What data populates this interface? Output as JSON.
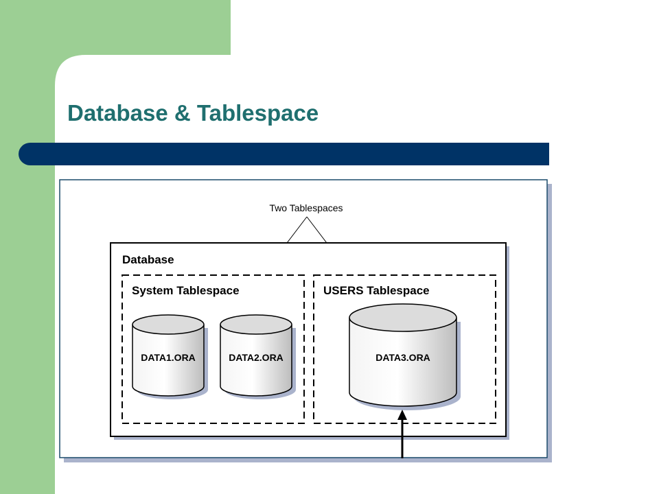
{
  "slide": {
    "title": "Database & Tablespace",
    "colors": {
      "side_bar": "#9ccf94",
      "title_bar": "#003366",
      "title_text": "#1f6f6f",
      "frame_border": "#1a4a6a",
      "frame_shadow": "#aab3cc",
      "cylinder_fill": "#dcdcdc"
    }
  },
  "diagram": {
    "callout_label": "Two Tablespaces",
    "database_label": "Database",
    "system_tablespace_label": "System Tablespace",
    "users_tablespace_label": "USERS Tablespace",
    "datafiles": [
      "DATA1.ORA",
      "DATA2.ORA",
      "DATA3.ORA"
    ]
  }
}
